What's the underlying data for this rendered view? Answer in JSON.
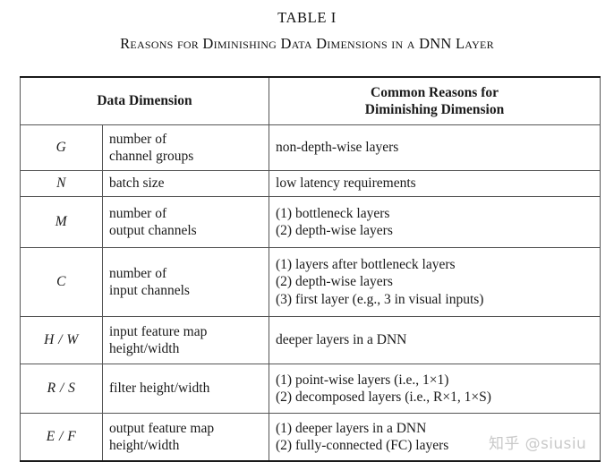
{
  "caption": {
    "table_number": "TABLE I",
    "title": "Reasons for Diminishing Data Dimensions in a DNN Layer"
  },
  "table": {
    "headers": {
      "dimension": "Data Dimension",
      "reasons_line1": "Common Reasons for",
      "reasons_line2": "Diminishing Dimension"
    },
    "rows": [
      {
        "symbol": "G",
        "desc_line1": "number of",
        "desc_line2": "channel groups",
        "reason_line1": "non-depth-wise layers",
        "reason_line2": "",
        "reason_line3": ""
      },
      {
        "symbol": "N",
        "desc_line1": "batch size",
        "desc_line2": "",
        "reason_line1": "low latency requirements",
        "reason_line2": "",
        "reason_line3": ""
      },
      {
        "symbol": "M",
        "desc_line1": "number of",
        "desc_line2": "output channels",
        "reason_line1": "(1) bottleneck layers",
        "reason_line2": "(2) depth-wise layers",
        "reason_line3": ""
      },
      {
        "symbol": "C",
        "desc_line1": "number of",
        "desc_line2": "input channels",
        "reason_line1": "(1) layers after bottleneck layers",
        "reason_line2": "(2) depth-wise layers",
        "reason_line3": "(3) first layer (e.g., 3 in visual inputs)"
      },
      {
        "symbol": "H / W",
        "desc_line1": "input feature map",
        "desc_line2": "height/width",
        "reason_line1": "deeper layers in a DNN",
        "reason_line2": "",
        "reason_line3": ""
      },
      {
        "symbol": "R / S",
        "desc_line1": "filter height/width",
        "desc_line2": "",
        "reason_line1": "(1) point-wise layers (i.e., 1×1)",
        "reason_line2": "(2) decomposed layers (i.e., R×1, 1×S)",
        "reason_line3": ""
      },
      {
        "symbol": "E / F",
        "desc_line1": "output feature map",
        "desc_line2": "height/width",
        "reason_line1": "(1) deeper layers in a DNN",
        "reason_line2": "(2) fully-connected (FC) layers",
        "reason_line3": ""
      }
    ]
  },
  "watermark": {
    "text": "知乎 @siusiu"
  }
}
